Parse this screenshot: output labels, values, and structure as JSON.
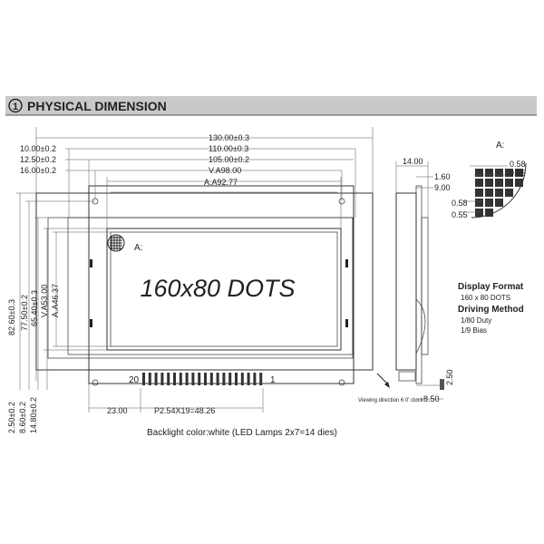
{
  "header": {
    "number": "1",
    "title": "PHYSICAL  DIMENSION"
  },
  "top_dims": {
    "d130": "130.00±0.3",
    "d10": "10.00±0.2",
    "d110": "110.00±0.3",
    "d12_5": "12.50±0.2",
    "d105": "105.00±0.2",
    "d16": "16.00±0.2",
    "va98": "V.A98.00",
    "aa92": "A.A92.77"
  },
  "left_dims": {
    "d82_6": "82.60±0.3",
    "d77_5": "77.50±0.2",
    "d65_4": "65.40±0.3",
    "va53": "V.A53.00",
    "aa46": "A.A46.37",
    "d2_5": "2.50±0.2",
    "d8_6": "8.60±0.2",
    "d14_8": "14.80±0.2"
  },
  "bottom_dims": {
    "d23": "23.00",
    "pitch": "P2.54X19=48.26",
    "pin20": "20",
    "pin1": "1"
  },
  "screen": {
    "label": "160x80 DOTS",
    "detail_mark": "A:"
  },
  "backlight_note": "Backlight color:white (LED Lamps 2x7=14 dies)",
  "side_view": {
    "d14": "14.00",
    "d1_6": "1.60",
    "d9": "9.00",
    "d2_5": "2.50",
    "d8_5": "8.50",
    "viewing": "Viewing direction 6 0' clock"
  },
  "detail_a": {
    "label": "A:",
    "d058a": "0.58",
    "d055a": "0.55",
    "d058b": "0.58",
    "d055b": "0.55"
  },
  "spec": {
    "format_title": "Display Format",
    "format_value": "160 x 80 DOTS",
    "drive_title": "Driving Method",
    "duty": "1/80 Duty",
    "bias": "1/9  Bias"
  }
}
